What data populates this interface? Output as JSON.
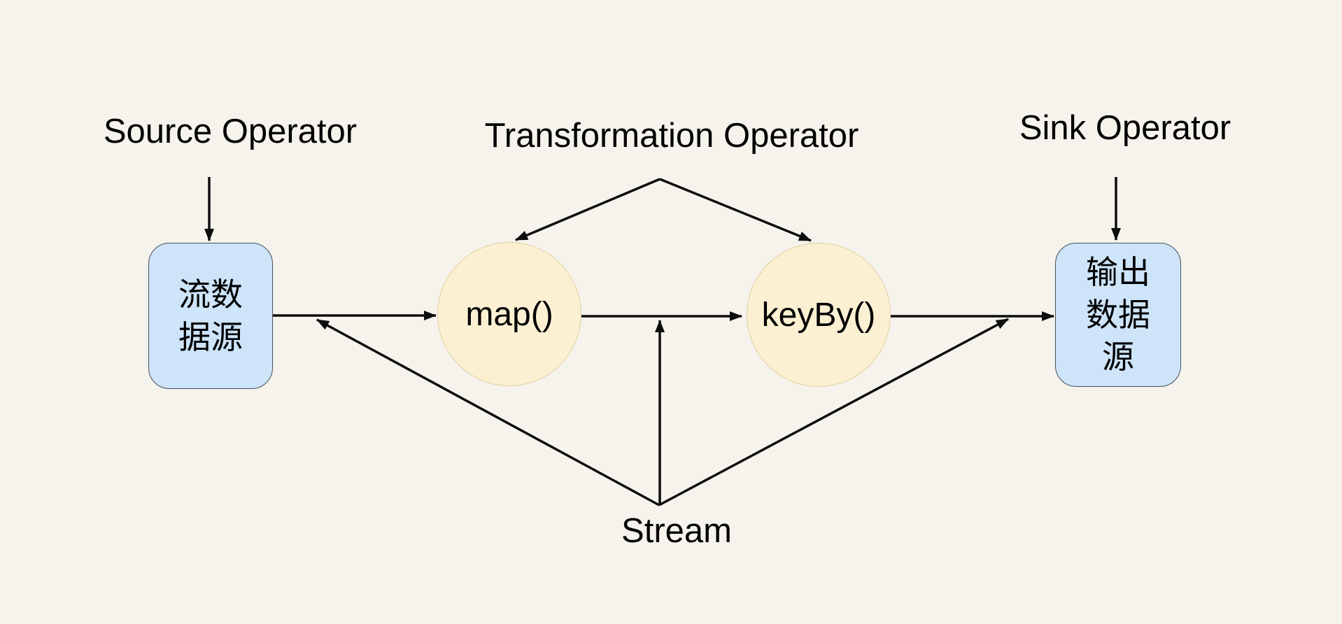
{
  "diagram": {
    "labels": {
      "source_operator": "Source Operator",
      "transformation_operator": "Transformation Operator",
      "sink_operator": "Sink Operator",
      "stream": "Stream"
    },
    "nodes": {
      "source": {
        "text": "流数\n据源"
      },
      "map": {
        "text": "map()"
      },
      "keyby": {
        "text": "keyBy()"
      },
      "sink": {
        "text": "输出\n数据\n源"
      }
    },
    "colors": {
      "background": "#F5F3EC",
      "node_box_fill": "#CDE4F9",
      "node_box_border": "#47505A",
      "node_circle_fill": "#FBF0D2",
      "node_circle_border": "#E2D0A0",
      "edge": "#0D0D0D",
      "text": "#000000"
    }
  }
}
